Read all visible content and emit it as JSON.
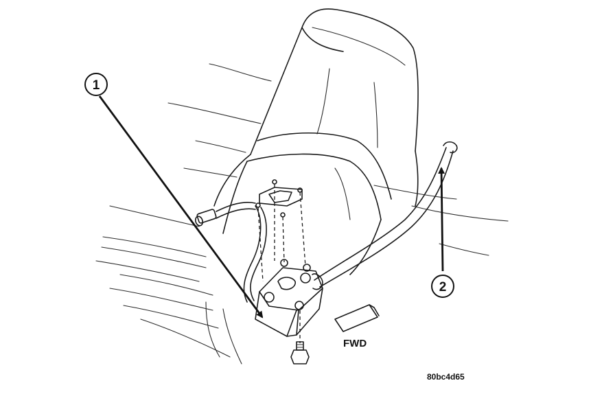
{
  "callouts": [
    {
      "number": "1"
    },
    {
      "number": "2"
    }
  ],
  "direction_label": "FWD",
  "figure_reference": "80bc4d65"
}
